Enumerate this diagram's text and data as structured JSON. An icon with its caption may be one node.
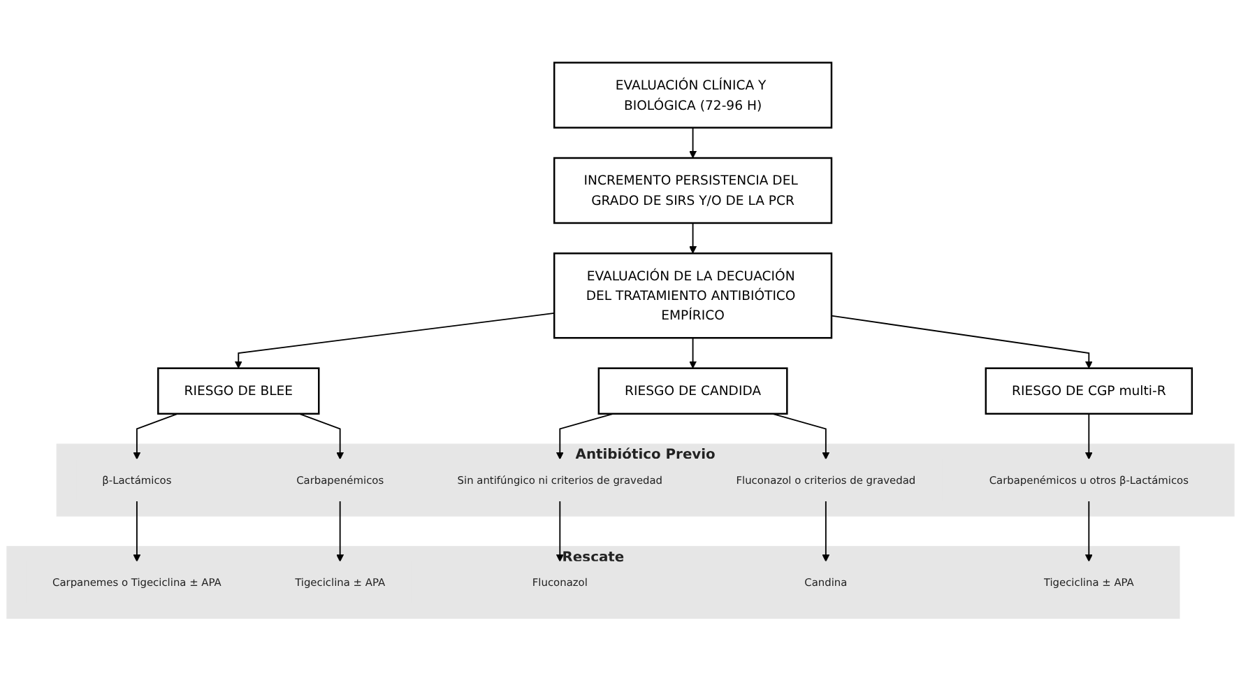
{
  "diagram": {
    "nodes": [
      {
        "text": [
          "EVALUACIÓN CLÍNICA Y BIOLÓGICA (72-96 H)"
        ]
      },
      {
        "text": [
          "INCREMENTO PERSISTENCIA DEL GRADO DE SIRS Y/O DE LA PCR"
        ]
      },
      {
        "text": [
          "EVALUACIÓN DE LA DECUACIÓN DEL TRATAMIENTO ANTIBIÓTICO EMPÍRICO"
        ]
      },
      {
        "text": [
          "RIESGO DE BLEE"
        ]
      },
      {
        "text": [
          "RIESGO DE CANDIDA"
        ]
      },
      {
        "text": [
          "RIESGO DE CGP multi-R"
        ]
      },
      {
        "text": [
          "Antibiótico Previo"
        ]
      },
      {
        "text": [
          "β-Lactámicos"
        ],
        "in": 6
      },
      {
        "text": [
          "Carbapenémicos"
        ],
        "in": 6
      },
      {
        "text": [
          "Sin antifúngico ni criterios de gravedad"
        ],
        "in": 6
      },
      {
        "text": [
          "Fluconazol o criterios de gravedad"
        ],
        "in": 6
      },
      {
        "text": [
          "Carbapenémicos u otros β-Lactámicos"
        ],
        "in": 6
      },
      {
        "text": [
          "Rescate"
        ]
      },
      {
        "text": [
          "Carpanemes o Tigeciclina ± APA"
        ],
        "in": 12
      },
      {
        "text": [
          "Tigeciclina ± APA"
        ],
        "in": 12
      },
      {
        "text": [
          "Fluconazol"
        ],
        "in": 12
      },
      {
        "text": [
          "Candina"
        ],
        "in": 12
      },
      {
        "text": [
          "Tigeciclina ± APA"
        ],
        "in": 12
      }
    ],
    "edges": [
      {
        "from": 0,
        "to": 1,
        "arrow": "to"
      },
      {
        "from": 1,
        "to": 2,
        "arrow": "to"
      },
      {
        "from": 2,
        "to": 3,
        "arrow": "to"
      },
      {
        "from": 2,
        "to": 4,
        "arrow": "to"
      },
      {
        "from": 2,
        "to": 5,
        "arrow": "to"
      },
      {
        "from": 3,
        "to": 7,
        "arrow": "to"
      },
      {
        "from": 3,
        "to": 8,
        "arrow": "to"
      },
      {
        "from": 4,
        "to": 9,
        "arrow": "to"
      },
      {
        "from": 4,
        "to": 10,
        "arrow": "to"
      },
      {
        "from": 5,
        "to": 11,
        "arrow": "to"
      },
      {
        "from": 7,
        "to": 13,
        "arrow": "to"
      },
      {
        "from": 8,
        "to": 14,
        "arrow": "to"
      },
      {
        "from": 9,
        "to": 15,
        "arrow": "to"
      },
      {
        "from": 10,
        "to": 16,
        "arrow": "to"
      },
      {
        "from": 11,
        "to": 17,
        "arrow": "to"
      }
    ]
  }
}
